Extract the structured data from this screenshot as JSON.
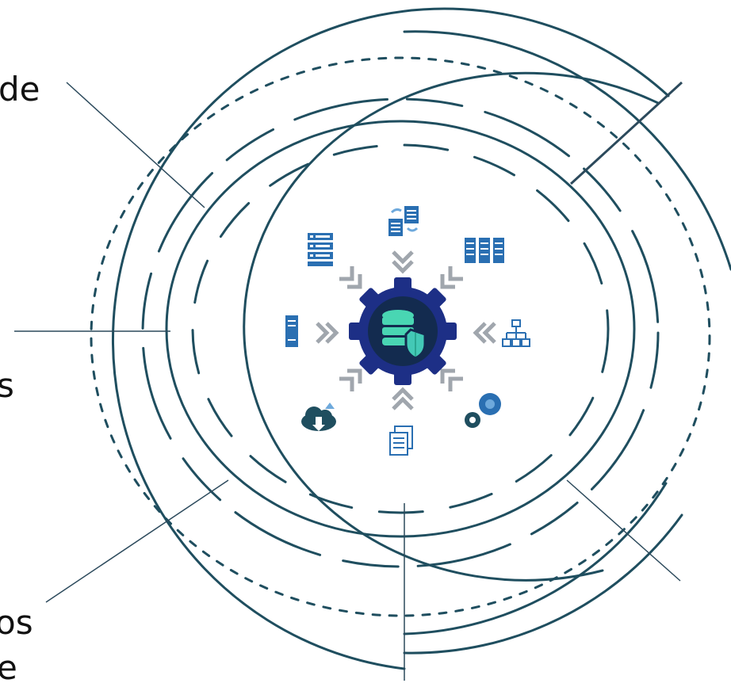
{
  "text_fragments": [
    "de",
    "s",
    "os",
    "e"
  ],
  "icons": [
    {
      "name": "document-sync-icon"
    },
    {
      "name": "server-rack-icon"
    },
    {
      "name": "network-hierarchy-icon"
    },
    {
      "name": "gears-icon"
    },
    {
      "name": "documents-icon"
    },
    {
      "name": "cloud-download-icon"
    },
    {
      "name": "server-tower-icon"
    },
    {
      "name": "storage-stack-icon"
    },
    {
      "name": "database-shield-icon"
    }
  ],
  "colors": {
    "ring": "#1f4e5f",
    "gear": "#1d2f86",
    "gear_inner": "#132b4f",
    "database": "#49d6b3",
    "shield": "#43c9b6",
    "icon_blue": "#2a6fb2",
    "icon_light": "#6ea9dc",
    "arrow": "#a0a6ad"
  }
}
